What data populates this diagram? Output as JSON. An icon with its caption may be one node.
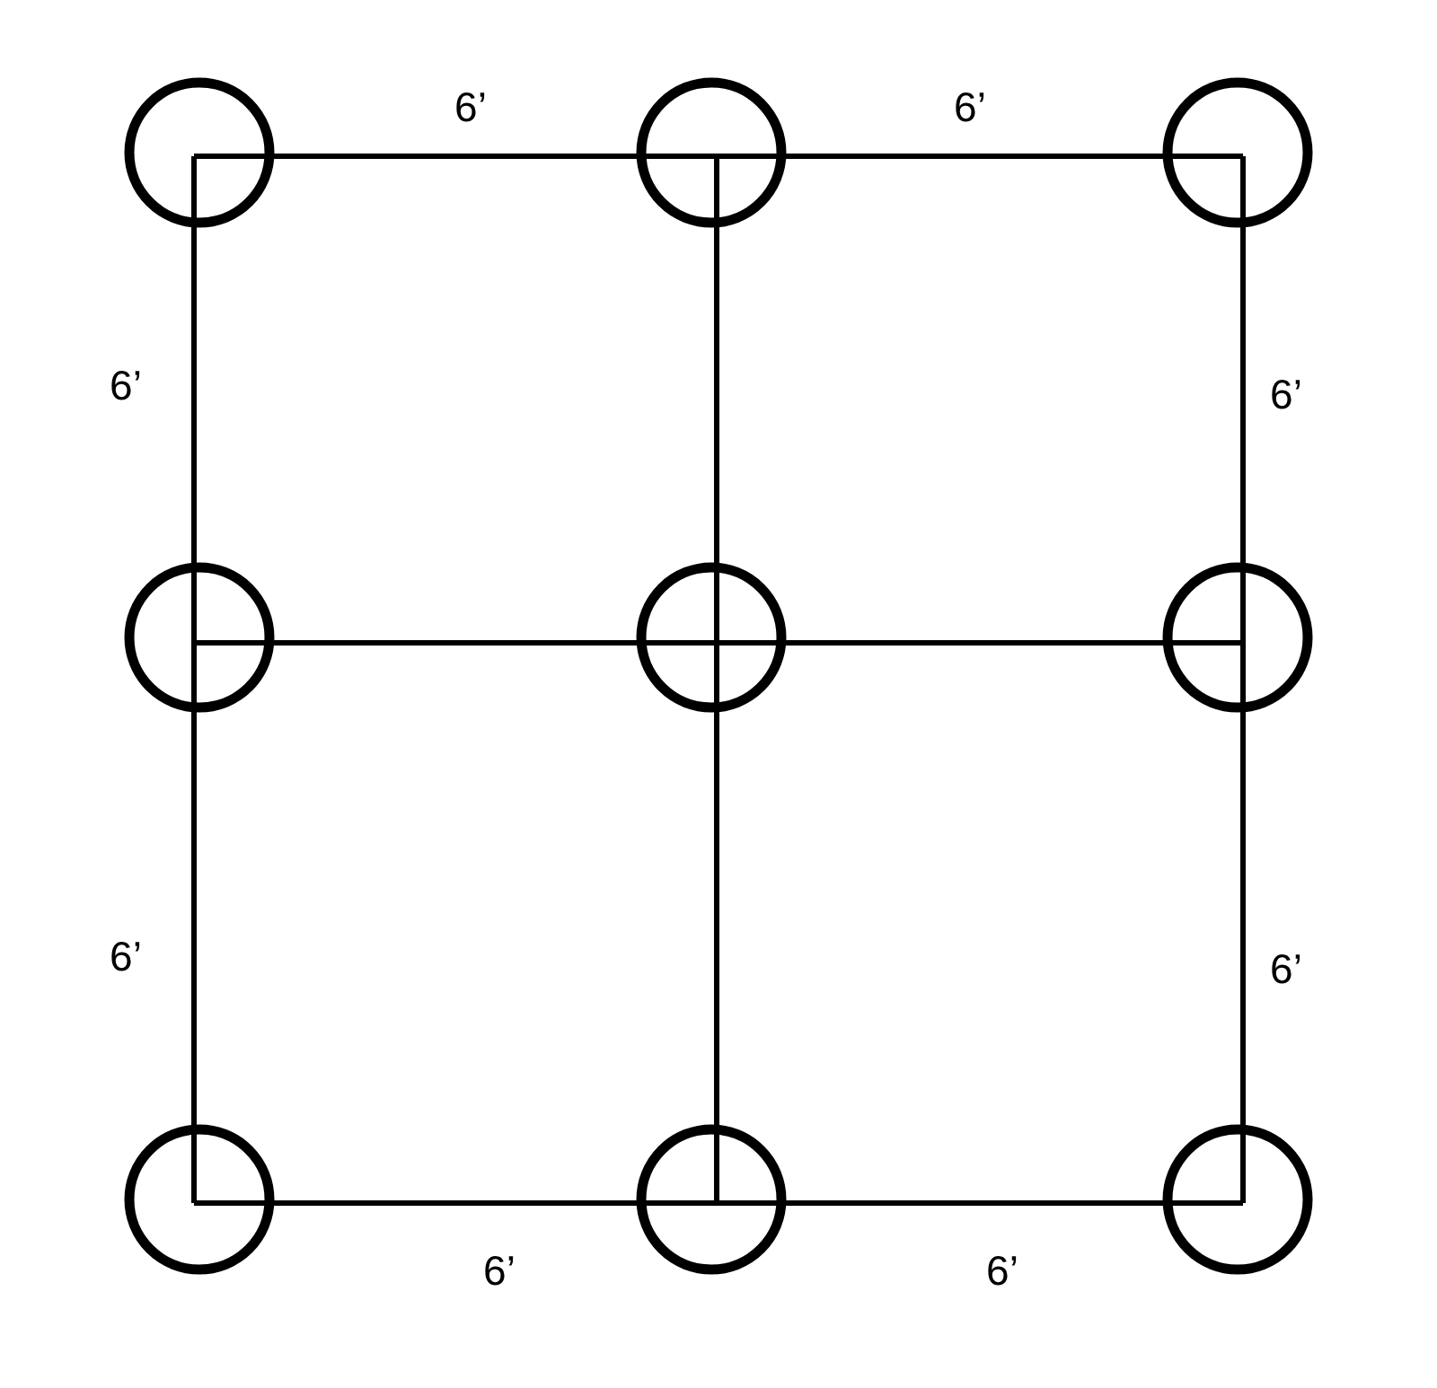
{
  "diagram": {
    "labels": [
      "6’",
      "6’",
      "6’",
      "6’",
      "6’",
      "6’",
      "6’",
      "6’"
    ]
  }
}
